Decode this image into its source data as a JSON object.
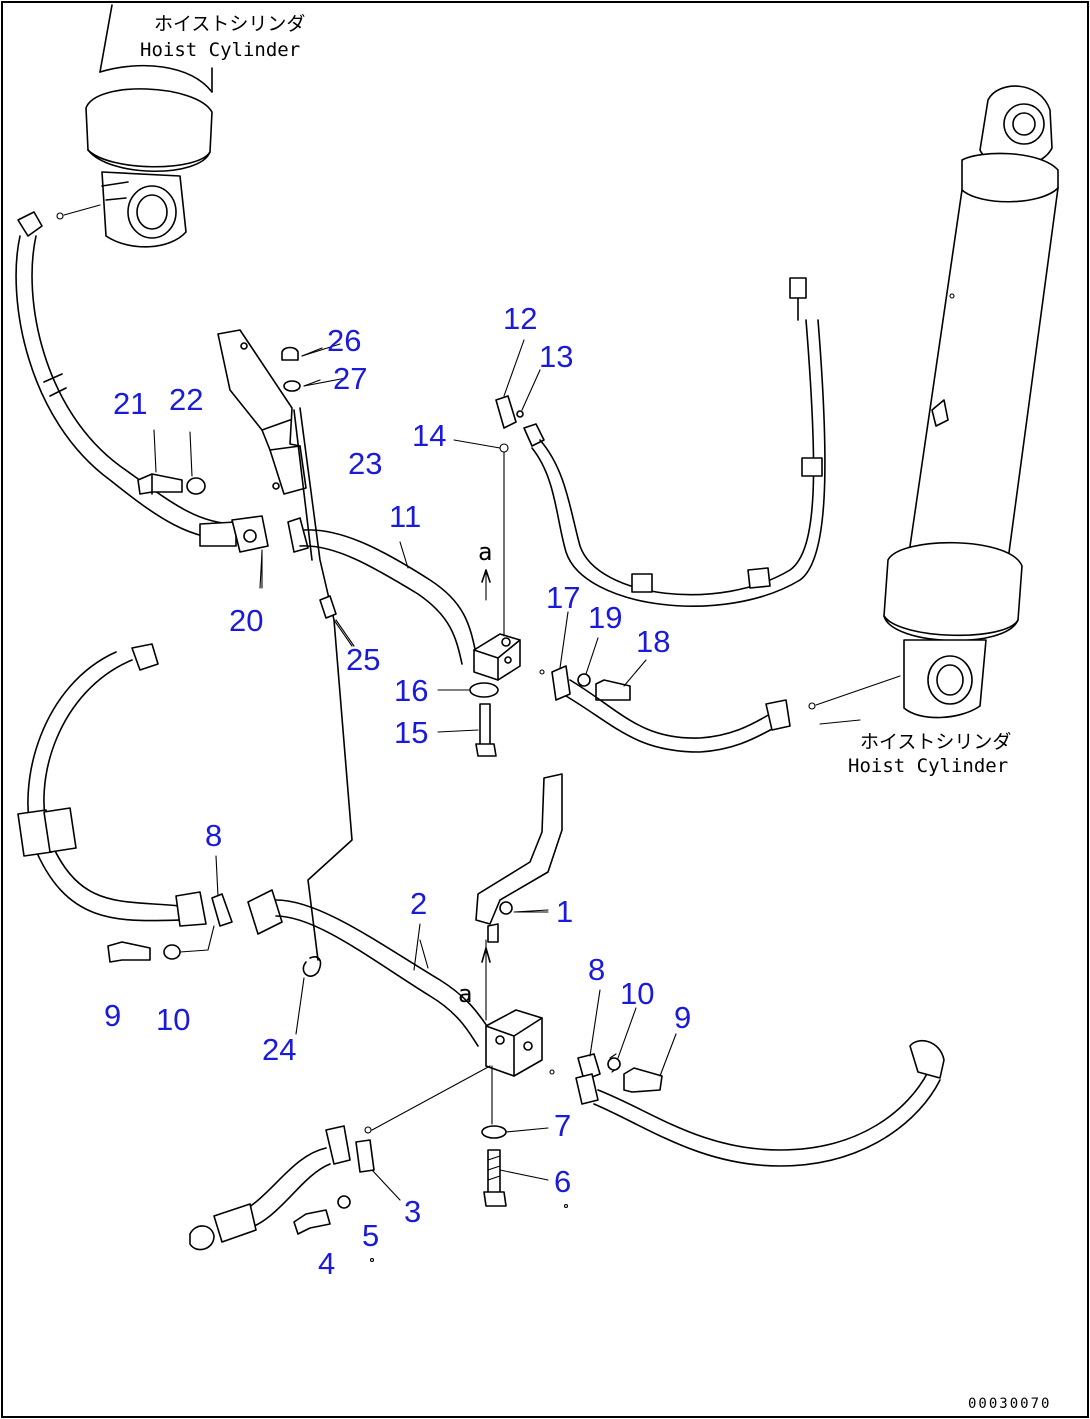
{
  "labels": {
    "cylinder_jp": "ホイストシリンダ",
    "cylinder_en": "Hoist Cylinder",
    "marker": "a",
    "drawing_code": "00030070"
  },
  "callouts": {
    "c1": "1",
    "c2": "2",
    "c3": "3",
    "c4": "4",
    "c5": "5",
    "c6": "6",
    "c7": "7",
    "c8a": "8",
    "c8b": "8",
    "c9a": "9",
    "c9b": "9",
    "c10a": "10",
    "c10b": "10",
    "c11": "11",
    "c12": "12",
    "c13": "13",
    "c14": "14",
    "c15": "15",
    "c16": "16",
    "c17": "17",
    "c18": "18",
    "c19": "19",
    "c20": "20",
    "c21": "21",
    "c22": "22",
    "c23": "23",
    "c24": "24",
    "c25": "25",
    "c26": "26",
    "c27": "27"
  },
  "colors": {
    "callout": "#1a1adb",
    "line": "#000000",
    "background": "#ffffff"
  }
}
